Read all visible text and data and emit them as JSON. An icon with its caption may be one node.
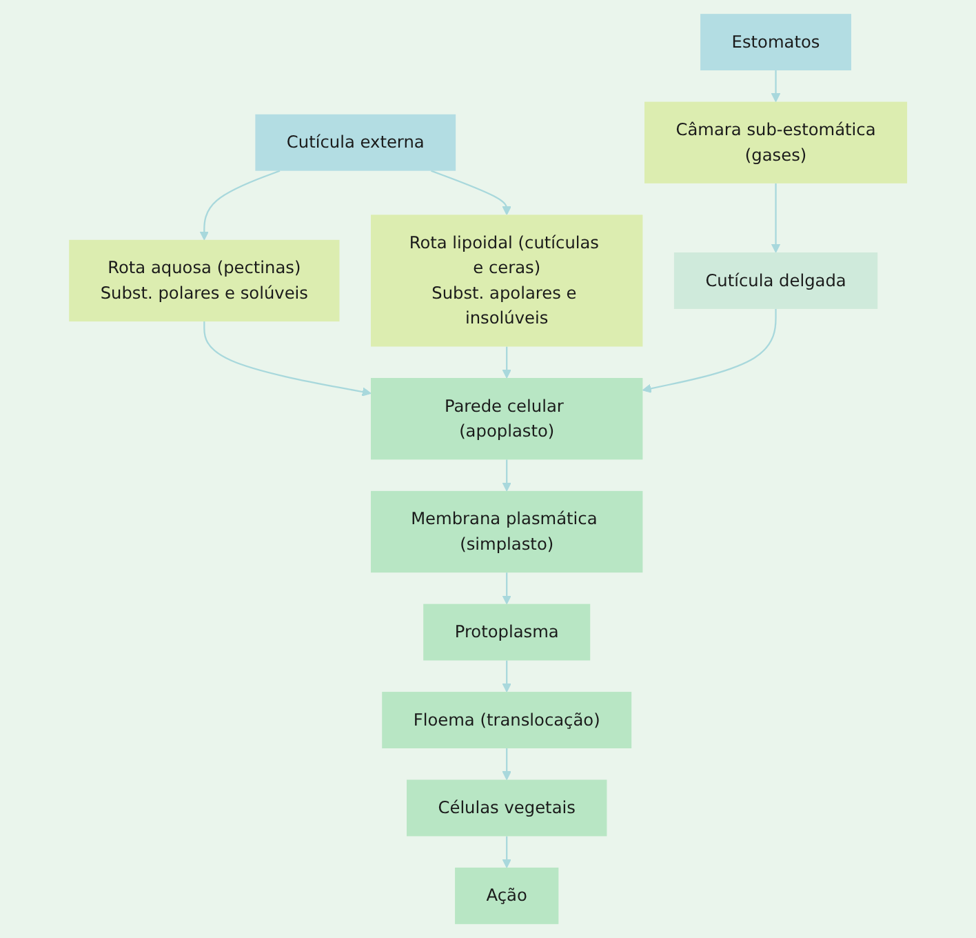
{
  "diagram": {
    "nodes": [
      {
        "text": [
          "Cutícula externa"
        ]
      },
      {
        "text": [
          "Estomatos"
        ]
      },
      {
        "text": [
          "Rota aquosa (pectinas)",
          "Subst. polares e solúveis"
        ]
      },
      {
        "text": [
          "Rota lipoidal (cutículas e ceras)",
          "Subst. apolares e insolúveis"
        ]
      },
      {
        "text": [
          "Câmara sub-estomática",
          "(gases)"
        ]
      },
      {
        "text": [
          "Cutícula delgada"
        ]
      },
      {
        "text": [
          "Parede celular (apoplasto)"
        ]
      },
      {
        "text": [
          "Membrana plasmática (simplasto)"
        ]
      },
      {
        "text": [
          "Protoplasma"
        ]
      },
      {
        "text": [
          "Floema (translocação)"
        ]
      },
      {
        "text": [
          "Células vegetais"
        ]
      },
      {
        "text": [
          "Ação"
        ]
      }
    ],
    "edges": [
      {
        "from": 0,
        "to": 2,
        "arrow": "to"
      },
      {
        "from": 0,
        "to": 3,
        "arrow": "to"
      },
      {
        "from": 1,
        "to": 4,
        "arrow": "to"
      },
      {
        "from": 4,
        "to": 5,
        "arrow": "to"
      },
      {
        "from": 2,
        "to": 6,
        "arrow": "to"
      },
      {
        "from": 3,
        "to": 6,
        "arrow": "to"
      },
      {
        "from": 5,
        "to": 6,
        "arrow": "to"
      },
      {
        "from": 6,
        "to": 7,
        "arrow": "to"
      },
      {
        "from": 7,
        "to": 8,
        "arrow": "to"
      },
      {
        "from": 8,
        "to": 9,
        "arrow": "to"
      },
      {
        "from": 9,
        "to": 10,
        "arrow": "to"
      },
      {
        "from": 10,
        "to": 11,
        "arrow": "to"
      }
    ]
  }
}
